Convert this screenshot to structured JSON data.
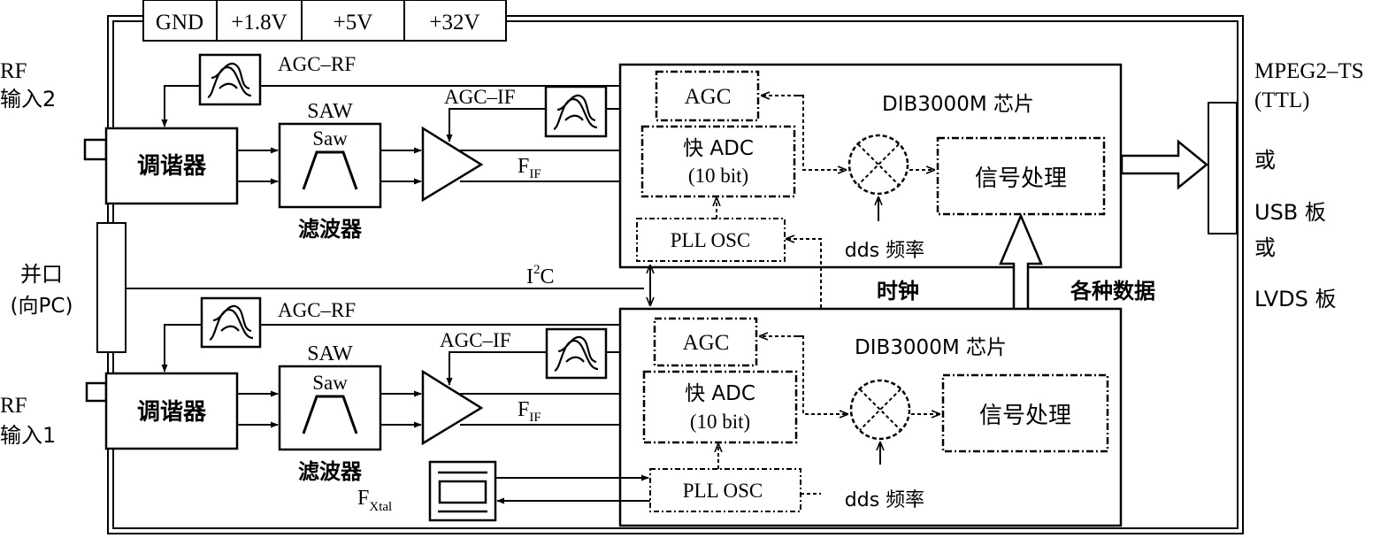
{
  "power_pins": {
    "gnd": "GND",
    "v1": "+1.8V",
    "v2": "+5V",
    "v3": "+32V"
  },
  "inputs": {
    "rf_label": "RF",
    "rf2": "输入2",
    "rf1": "输入1"
  },
  "parallel_port": {
    "line1": "并口",
    "line2": "(向PC)"
  },
  "tuner": {
    "label": "调谐器"
  },
  "saw": {
    "title": "SAW",
    "inner": "Saw",
    "caption": "滤波器"
  },
  "agc_rf": "AGC–RF",
  "agc_if": "AGC–IF",
  "fif": {
    "main": "F",
    "sub": "IF"
  },
  "chip": {
    "name": "DIB3000M 芯片",
    "agc": "AGC",
    "adc_line1": "快 ADC",
    "adc_line2": "(10 bit)",
    "pll": "PLL OSC",
    "dds": "dds 频率",
    "dsp": "信号处理"
  },
  "i2c": {
    "main": "I",
    "sup": "2",
    "tail": "C"
  },
  "clock_label": "时钟",
  "data_label": "各种数据",
  "xtal": {
    "main": "F",
    "sub": "Xtal"
  },
  "outputs": {
    "mpeg_line1": "MPEG2–TS",
    "mpeg_line2": "(TTL)",
    "or": "或",
    "usb": "USB 板",
    "lvds": "LVDS 板"
  }
}
